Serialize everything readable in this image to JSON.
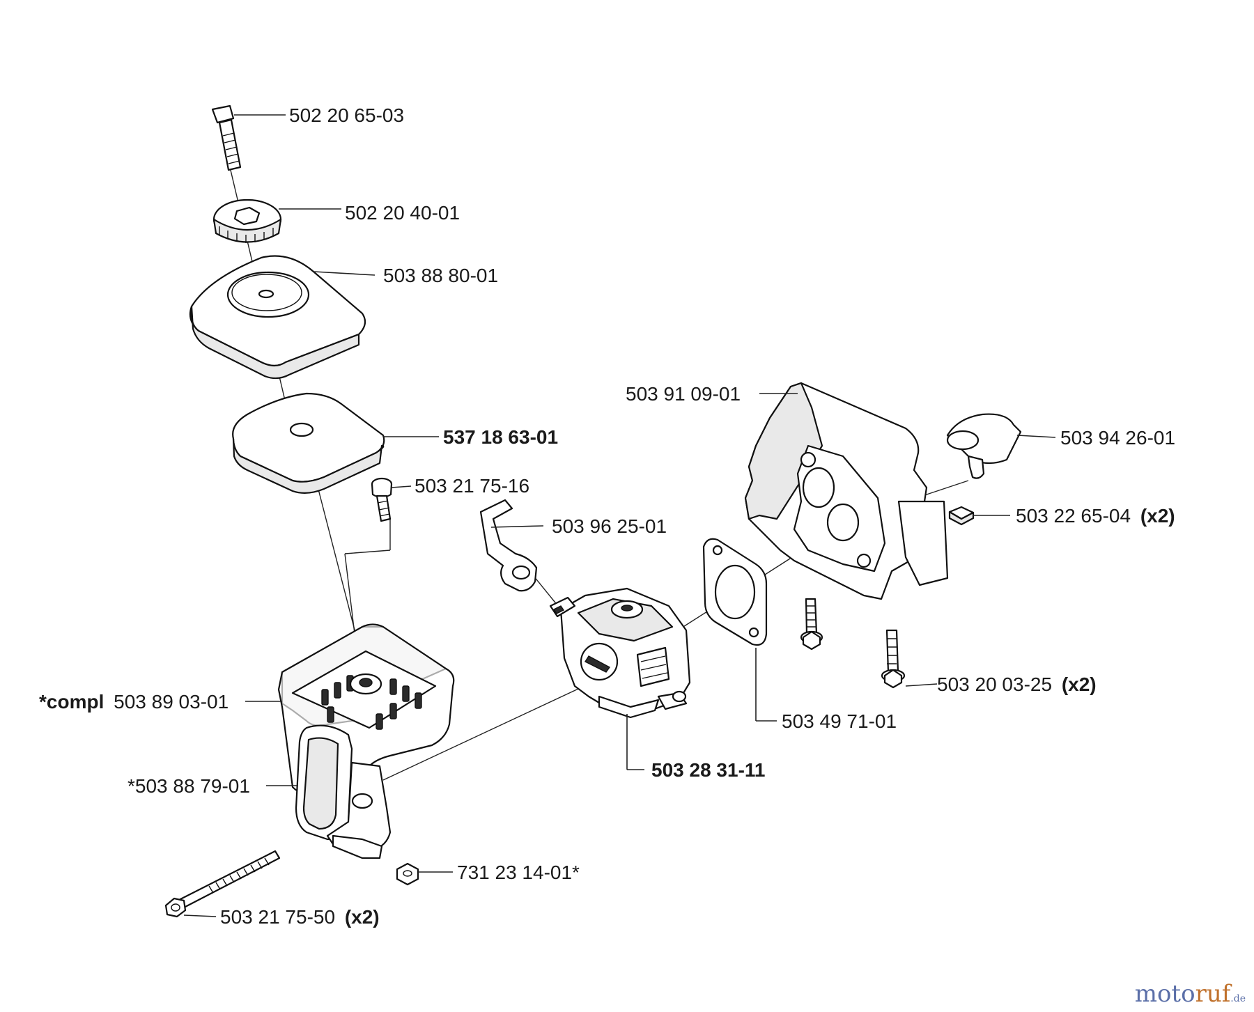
{
  "parts": [
    {
      "id": "bolt-top",
      "bold": false,
      "main": "502 20 65-03",
      "suffix": ""
    },
    {
      "id": "knob",
      "bold": false,
      "main": "502 20 40-01",
      "suffix": ""
    },
    {
      "id": "filter-cover",
      "bold": false,
      "main": "503 88 80-01",
      "suffix": ""
    },
    {
      "id": "filter-element",
      "bold": true,
      "main": "537 18 63-01",
      "suffix": ""
    },
    {
      "id": "screw-small",
      "bold": false,
      "main": "503 21 75-16",
      "suffix": ""
    },
    {
      "id": "choke-lever",
      "bold": false,
      "main": "503 96 25-01",
      "suffix": ""
    },
    {
      "id": "intake-housing",
      "bold": false,
      "main": "503 91 09-01",
      "suffix": ""
    },
    {
      "id": "rubber-sleeve",
      "bold": false,
      "main": "503 94 26-01",
      "suffix": ""
    },
    {
      "id": "square-nut",
      "bold": false,
      "main": "503 22 65-04",
      "suffix": "(x2)"
    },
    {
      "id": "flange-bolt",
      "bold": false,
      "main": "503 20 03-25",
      "suffix": "(x2)"
    },
    {
      "id": "gasket",
      "bold": false,
      "main": "503 49 71-01",
      "suffix": ""
    },
    {
      "id": "carburetor",
      "bold": true,
      "main": "503 28 31-11",
      "suffix": ""
    },
    {
      "id": "filter-base",
      "bold": false,
      "prefix": "*compl",
      "main": "503 89 03-01",
      "suffix": ""
    },
    {
      "id": "primer-bulb",
      "bold": false,
      "main": "*503 88 79-01",
      "suffix": ""
    },
    {
      "id": "nut",
      "bold": false,
      "main": "731 23 14-01*",
      "suffix": ""
    },
    {
      "id": "long-bolt",
      "bold": false,
      "main": "503 21 75-50",
      "suffix": "(x2)"
    }
  ],
  "brand": {
    "part1": "moto",
    "part2": "ruf",
    "part3": ".de"
  }
}
